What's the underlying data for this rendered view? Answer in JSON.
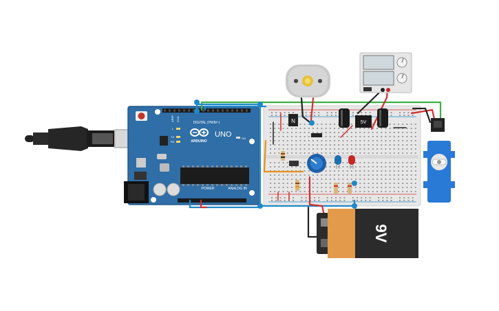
{
  "arduino": {
    "brand": "ARDUINO",
    "model": "UNO",
    "label_digital": "DIGITAL (PWM~)",
    "label_power": "POWER",
    "label_analog": "ANALOG IN",
    "label_on": "ON",
    "label_tx": "TX",
    "label_rx": "RX",
    "label_l": "L",
    "label_aref": "AREF",
    "label_gnd": "GND"
  },
  "battery": {
    "label": "9V"
  },
  "regulator": {
    "label": "5V"
  },
  "transistor": {
    "label": "N"
  },
  "power_supply": {
    "display_top": "",
    "display_bottom": ""
  },
  "colors": {
    "board_blue": "#2f6ea6",
    "wire_blue": "#1e88c8",
    "wire_green": "#3cb043",
    "wire_red": "#d32f2f",
    "wire_black": "#222222",
    "wire_orange": "#e8901d",
    "breadboard": "#eeeeee",
    "battery_orange": "#e39b4b",
    "battery_black": "#2b2b2b",
    "servo_blue": "#2979d6"
  },
  "icons": [
    "usb-cable-icon",
    "arduino-logo-icon",
    "dc-motor-icon",
    "servo-motor-icon",
    "9v-battery-icon",
    "potentiometer-icon",
    "led-icon",
    "capacitor-icon",
    "power-supply-icon"
  ]
}
